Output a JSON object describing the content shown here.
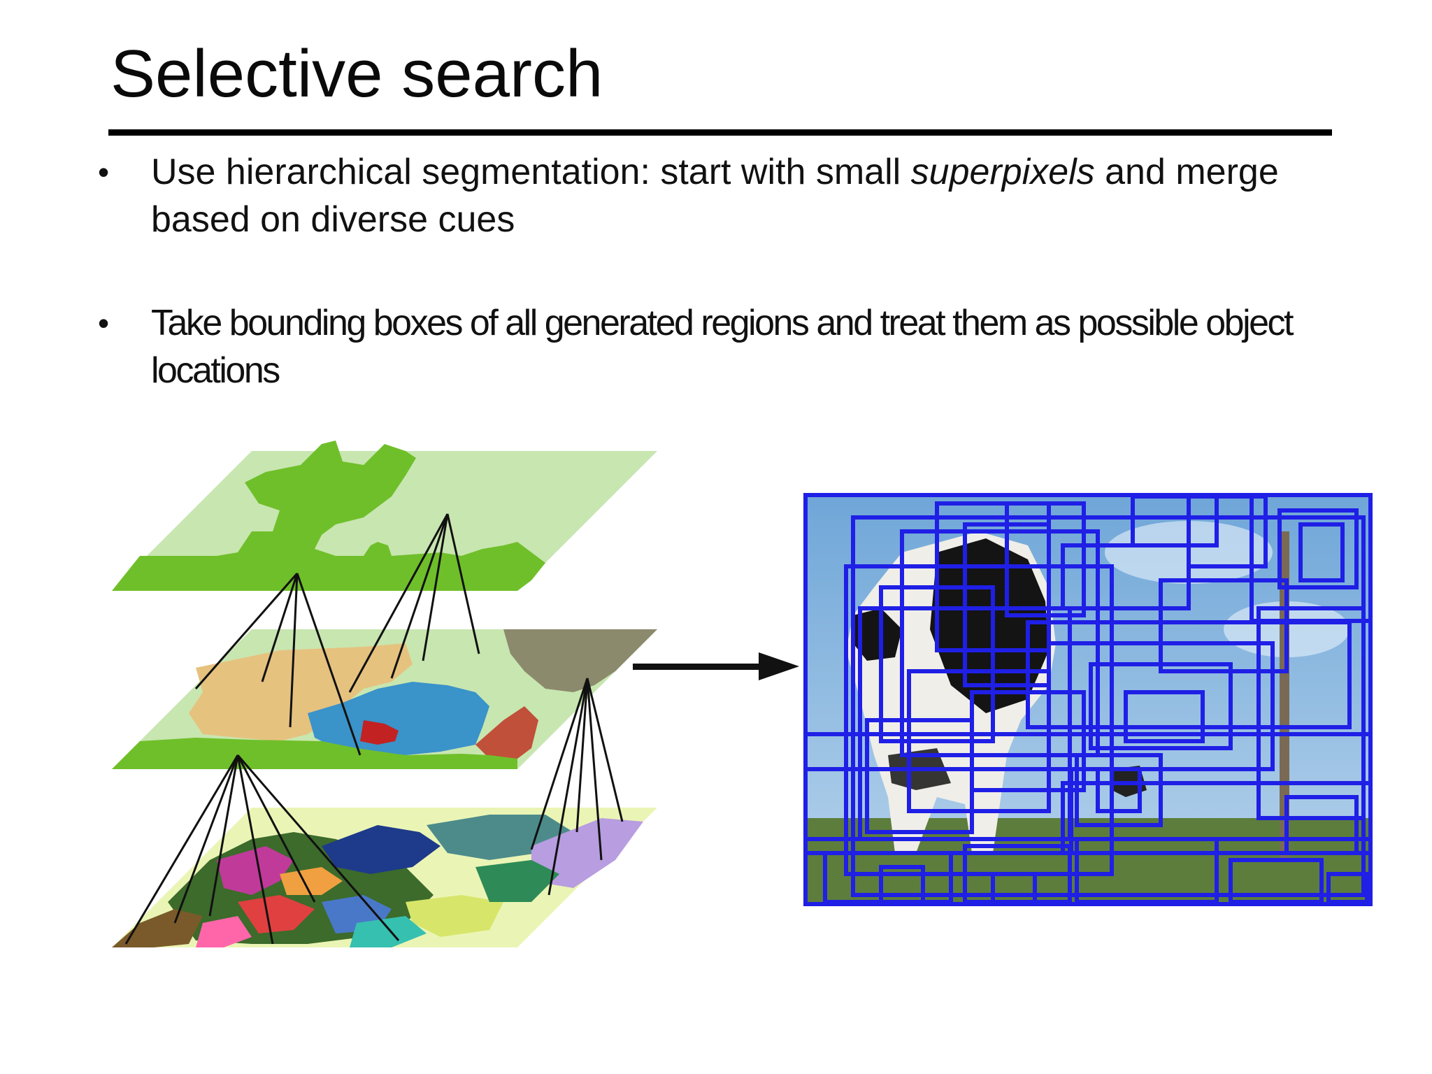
{
  "slide": {
    "title": "Selective search",
    "bullets": [
      {
        "marker": "•",
        "text_before": "Use hierarchical segmentation: start with small ",
        "text_italic": "superpixels",
        "text_after": " and merge based on diverse cues"
      },
      {
        "marker": "•",
        "text": "Take bounding boxes of all generated regions and treat them as possible object locations"
      }
    ]
  },
  "colors": {
    "box_blue": "#1f1fe6",
    "sky_top": "#6fa6d8",
    "sky_bottom": "#a9cbe9",
    "grass": "#5d7d3c",
    "layer_light_green": "#c8e6b0",
    "layer_green": "#6fbf2a",
    "arrow": "#111111"
  },
  "icons": {
    "arrow": "right-arrow-icon"
  }
}
